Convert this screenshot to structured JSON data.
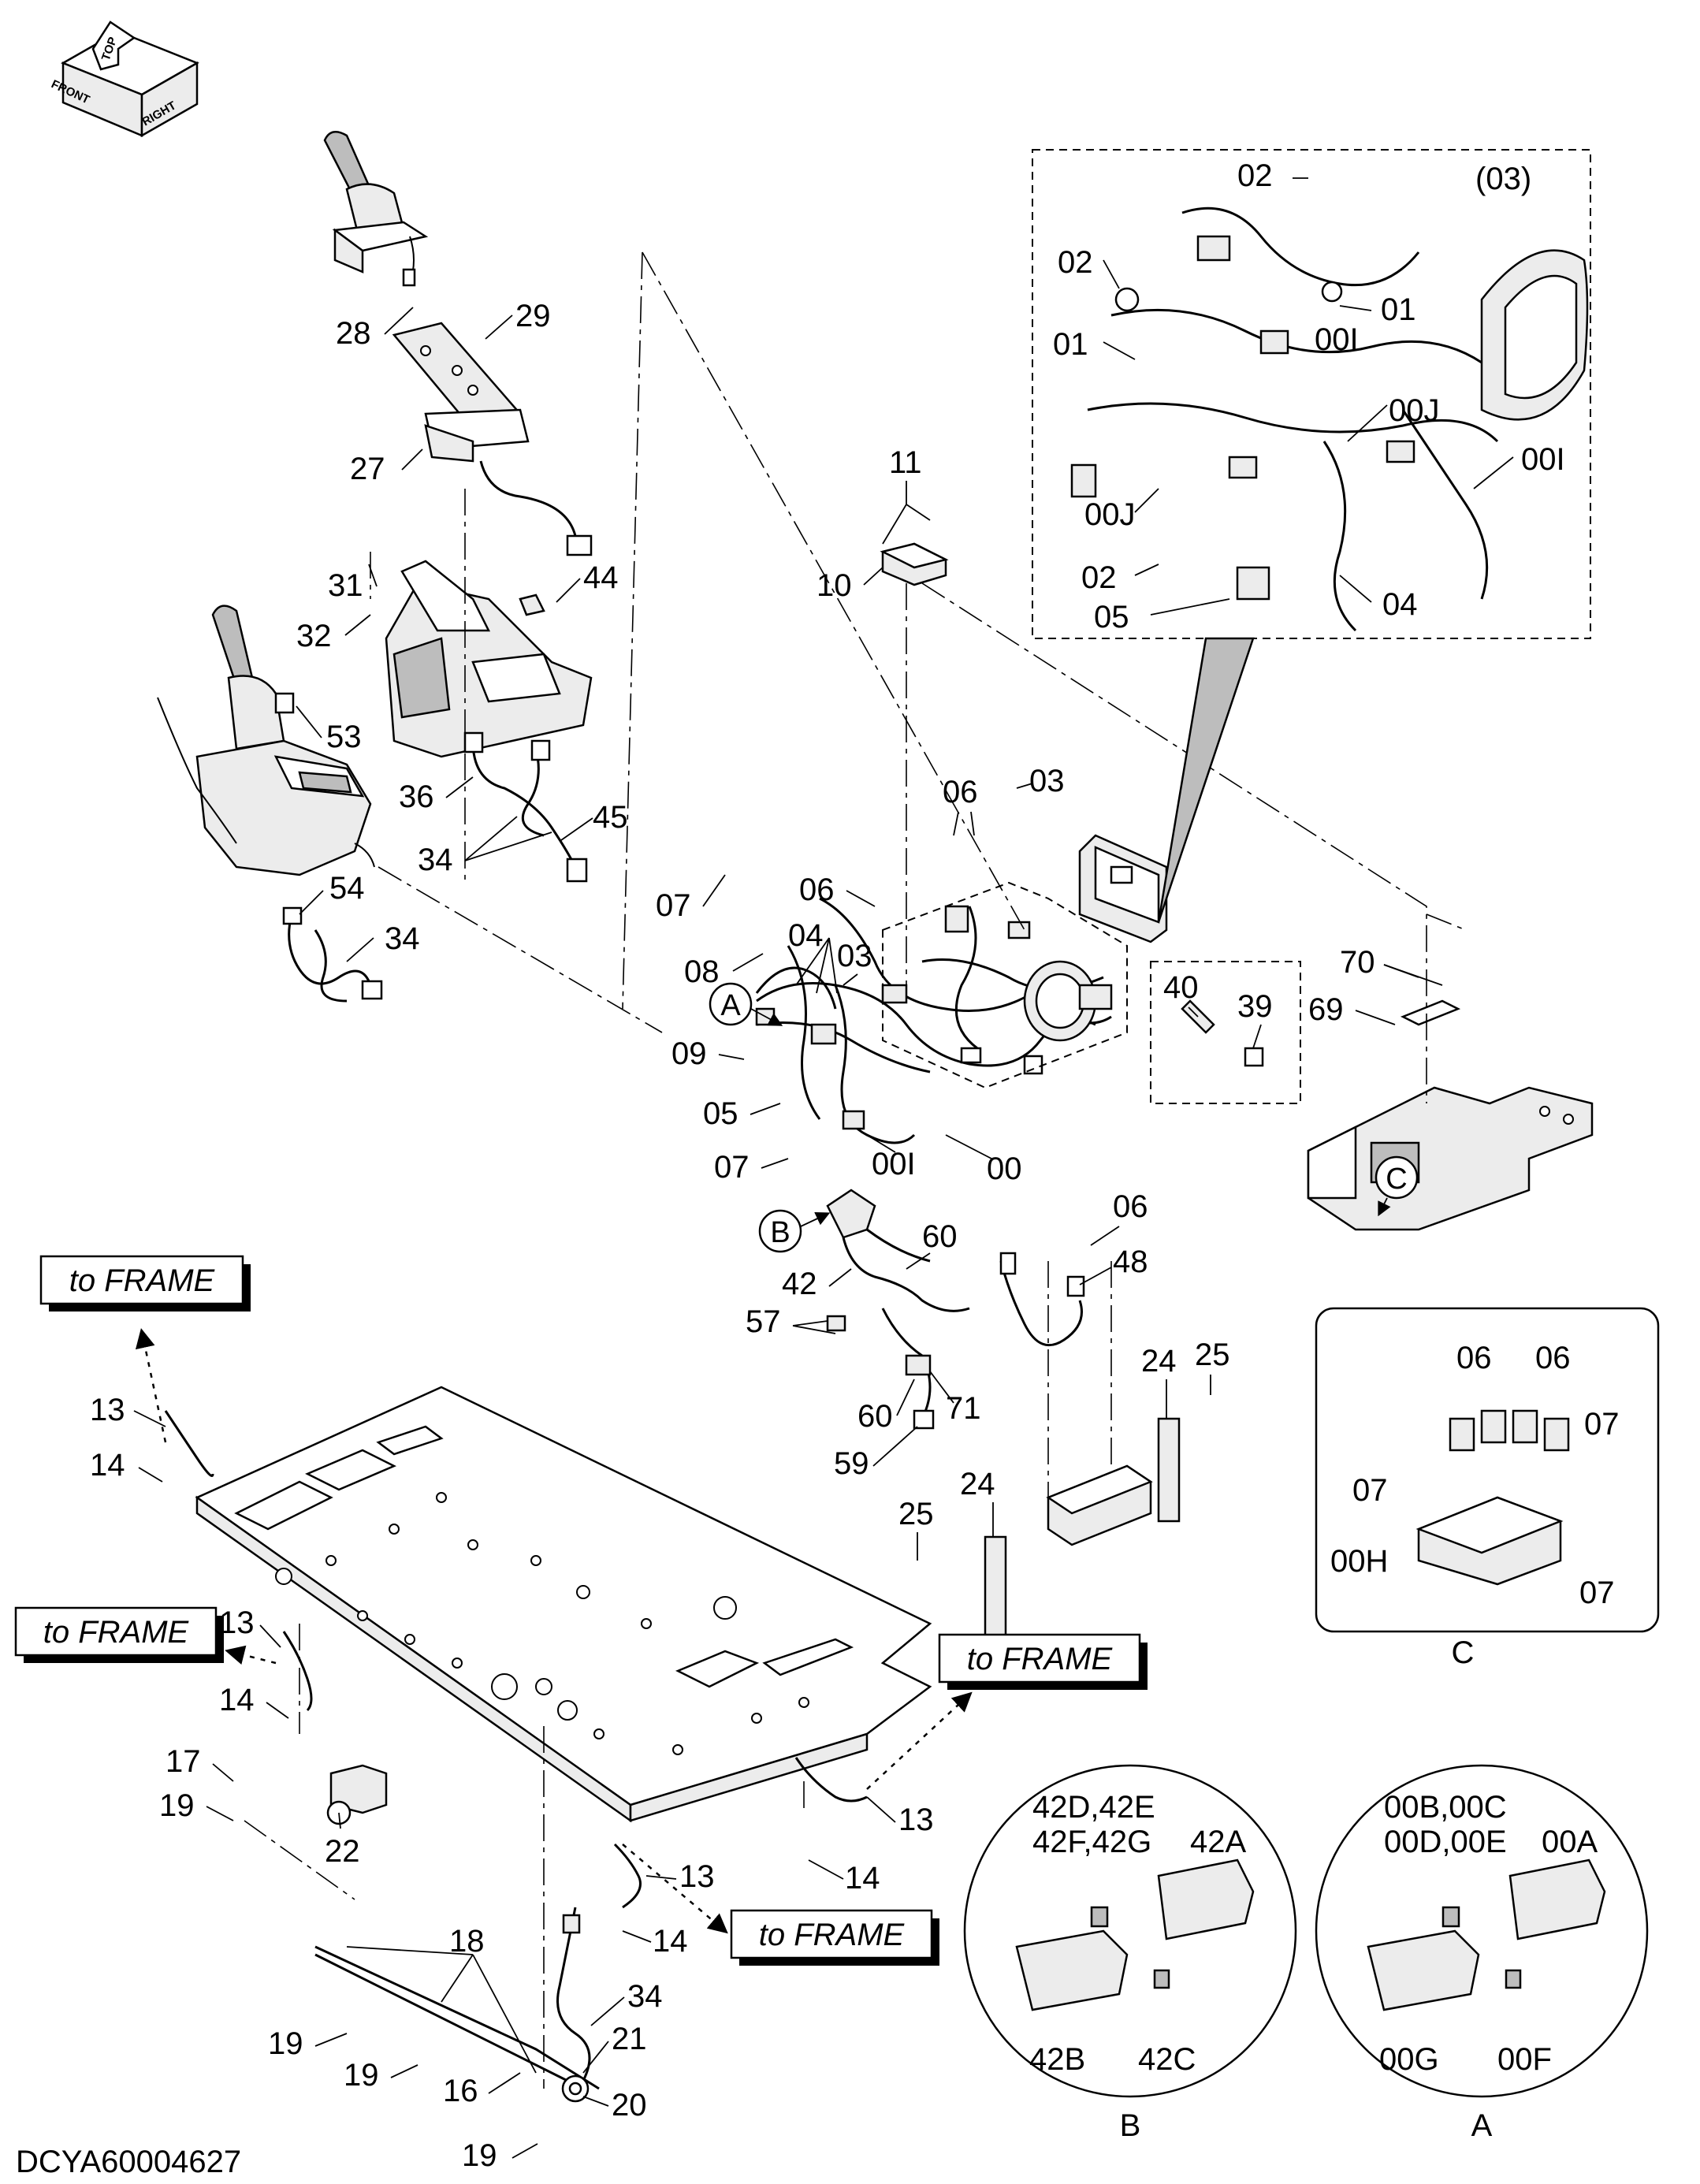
{
  "drawing_id": "DCYA60004627",
  "orientation": {
    "top": "TOP",
    "front": "FRONT",
    "right": "RIGHT"
  },
  "frame_tags": {
    "tag_1": "to FRAME",
    "tag_2": "to FRAME",
    "tag_3": "to FRAME",
    "tag_4": "to FRAME"
  },
  "detail_views": {
    "a": {
      "title": "A",
      "labels": [
        "00B,00C",
        "00D,00E",
        "00A",
        "00G",
        "00F"
      ]
    },
    "b": {
      "title": "B",
      "labels": [
        "42D,42E",
        "42F,42G",
        "42A",
        "42B",
        "42C"
      ]
    },
    "c": {
      "title": "C",
      "labels": [
        "06",
        "06",
        "07",
        "07",
        "00H",
        "07"
      ]
    },
    "inset": {
      "labels": [
        "02",
        "(03)",
        "02",
        "01",
        "00I",
        "01",
        "00J",
        "00I",
        "00J",
        "02",
        "05",
        "04"
      ]
    }
  },
  "callouts": {
    "main": [
      "29",
      "28",
      "27",
      "11",
      "10",
      "31",
      "32",
      "44",
      "53",
      "36",
      "45",
      "34",
      "54",
      "34",
      "06",
      "03",
      "07",
      "06",
      "04",
      "08",
      "03",
      "09",
      "05",
      "07",
      "00I",
      "00",
      "40",
      "39",
      "70",
      "69",
      "06",
      "60",
      "42",
      "48",
      "57",
      "60",
      "71",
      "59",
      "24",
      "25",
      "24",
      "25"
    ],
    "lower": [
      "13",
      "14",
      "13",
      "14",
      "17",
      "19",
      "22",
      "13",
      "14",
      "13",
      "14",
      "18",
      "34",
      "21",
      "19",
      "19",
      "16",
      "20",
      "19"
    ],
    "markers": [
      "A",
      "B",
      "C"
    ]
  }
}
